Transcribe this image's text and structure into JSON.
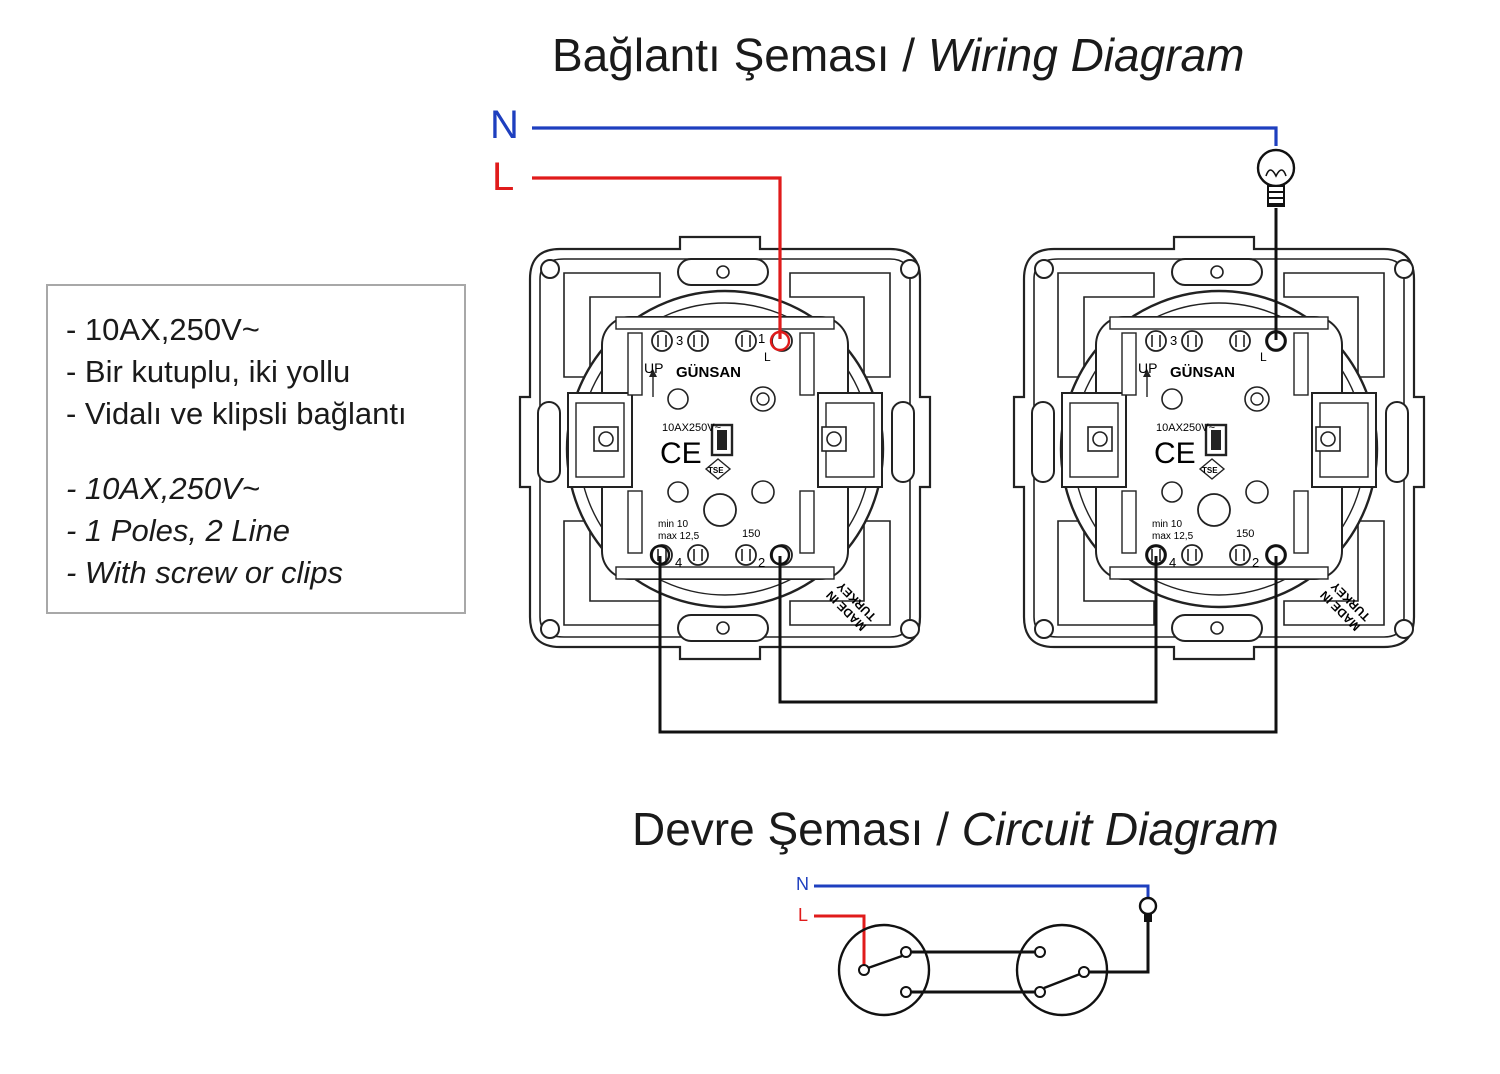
{
  "wiring_title": {
    "tr": "Bağlantı Şeması",
    "sep": " / ",
    "en": "Wiring Diagram"
  },
  "circuit_title": {
    "tr": "Devre Şeması",
    "sep": " / ",
    "en": "Circuit Diagram"
  },
  "specs": {
    "tr": [
      "- 10AX,250V~",
      "- Bir kutuplu, iki yollu",
      "- Vidalı ve klipsli bağlantı"
    ],
    "en": [
      "- 10AX,250V~",
      "- 1 Poles, 2 Line",
      "- With screw or clips"
    ]
  },
  "wire_labels": {
    "neutral": "N",
    "live": "L"
  },
  "switch_marks": {
    "terminal_3": "3",
    "terminal_1": "1",
    "terminal_l": "L",
    "up": "UP",
    "brand": "GÜNSAN",
    "rating": "10AX250V~",
    "ce": "CE",
    "tse": "TSE",
    "strip_min": "min 10",
    "strip_max": "max 12,5",
    "strip_150": "150",
    "terminal_4": "4",
    "terminal_2": "2",
    "made_in": "MADE IN",
    "turkey": "TURKEY"
  },
  "colors": {
    "neutral": "#1e3fbf",
    "live": "#e01b1b",
    "traveler": "#111111"
  }
}
